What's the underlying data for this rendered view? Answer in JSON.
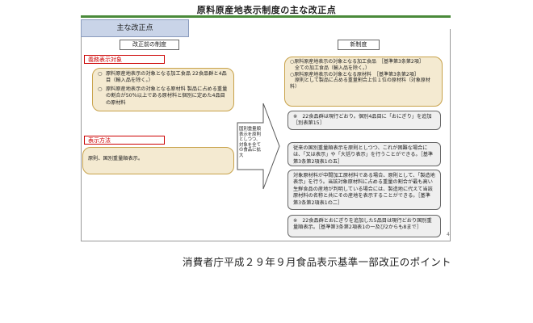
{
  "title": "原料原産地表示制度の主な改正点",
  "tab_label": "主な改正点",
  "left": {
    "header": "改正前の制度",
    "section1_label": "義務表示対象",
    "section1_items": [
      "原料原産地表示の対象となる加工食品 22食品群と4品目（輸入品を除く。）",
      "原料原産地表示の対象となる原材料 製品に占める重量の割合が50％以上である原材料と個別に定めた4品目の原材料"
    ],
    "section2_label": "表示方法",
    "section2_text": "原則、国別重量順表示。"
  },
  "arrow_text": "国別重量順表示を原則としつつ、対象を全ての食品に拡大",
  "right": {
    "header": "新制度",
    "box1": [
      "○原料原産地表示の対象となる加工食品　［基準第3条第2項］",
      "　全ての加工食品（輸入品を除く。）",
      "○原料原産地表示の対象となる原材料　［基準第3条第2項］",
      "　原則として製品に占める重量割合上位１位の原材料（対象原材料）"
    ],
    "box2": "※　22食品群は現行どおり。個別4品目に「おにぎり」を追加［別表第15］",
    "box3": "従来の国別重量順表示を原則としつつ、これが困難な場合には、「又は表示」や「大括り表示」を行うことができる。［基準第3条第2項表1の五］",
    "box4": "対象原材料が中間加工原材料である場合、原則として、「製造地表示」を行う。当該対象原材料に占める重量の割合が最も高い生鮮食品の産地が判明している場合には、製造地に代えて当該原材料の名称と共にその産地を表示することができる。［基準第3条第2項表1の二］",
    "box5": "※　22食品群とおにぎりを追加した5品目は現行どおり国別重量順表示。［基準第3条第2項表1の一及び2からも8まで］"
  },
  "page_number": "4",
  "footer": "消費者庁平成２９年９月食品表示基準一部改正のポイント",
  "colors": {
    "accent_green": "#4a8a3a",
    "tab_blue": "#c9d4e8",
    "tan_fill": "#f4ead1",
    "tan_border": "#c8a24a",
    "label_red": "#cc0000"
  }
}
